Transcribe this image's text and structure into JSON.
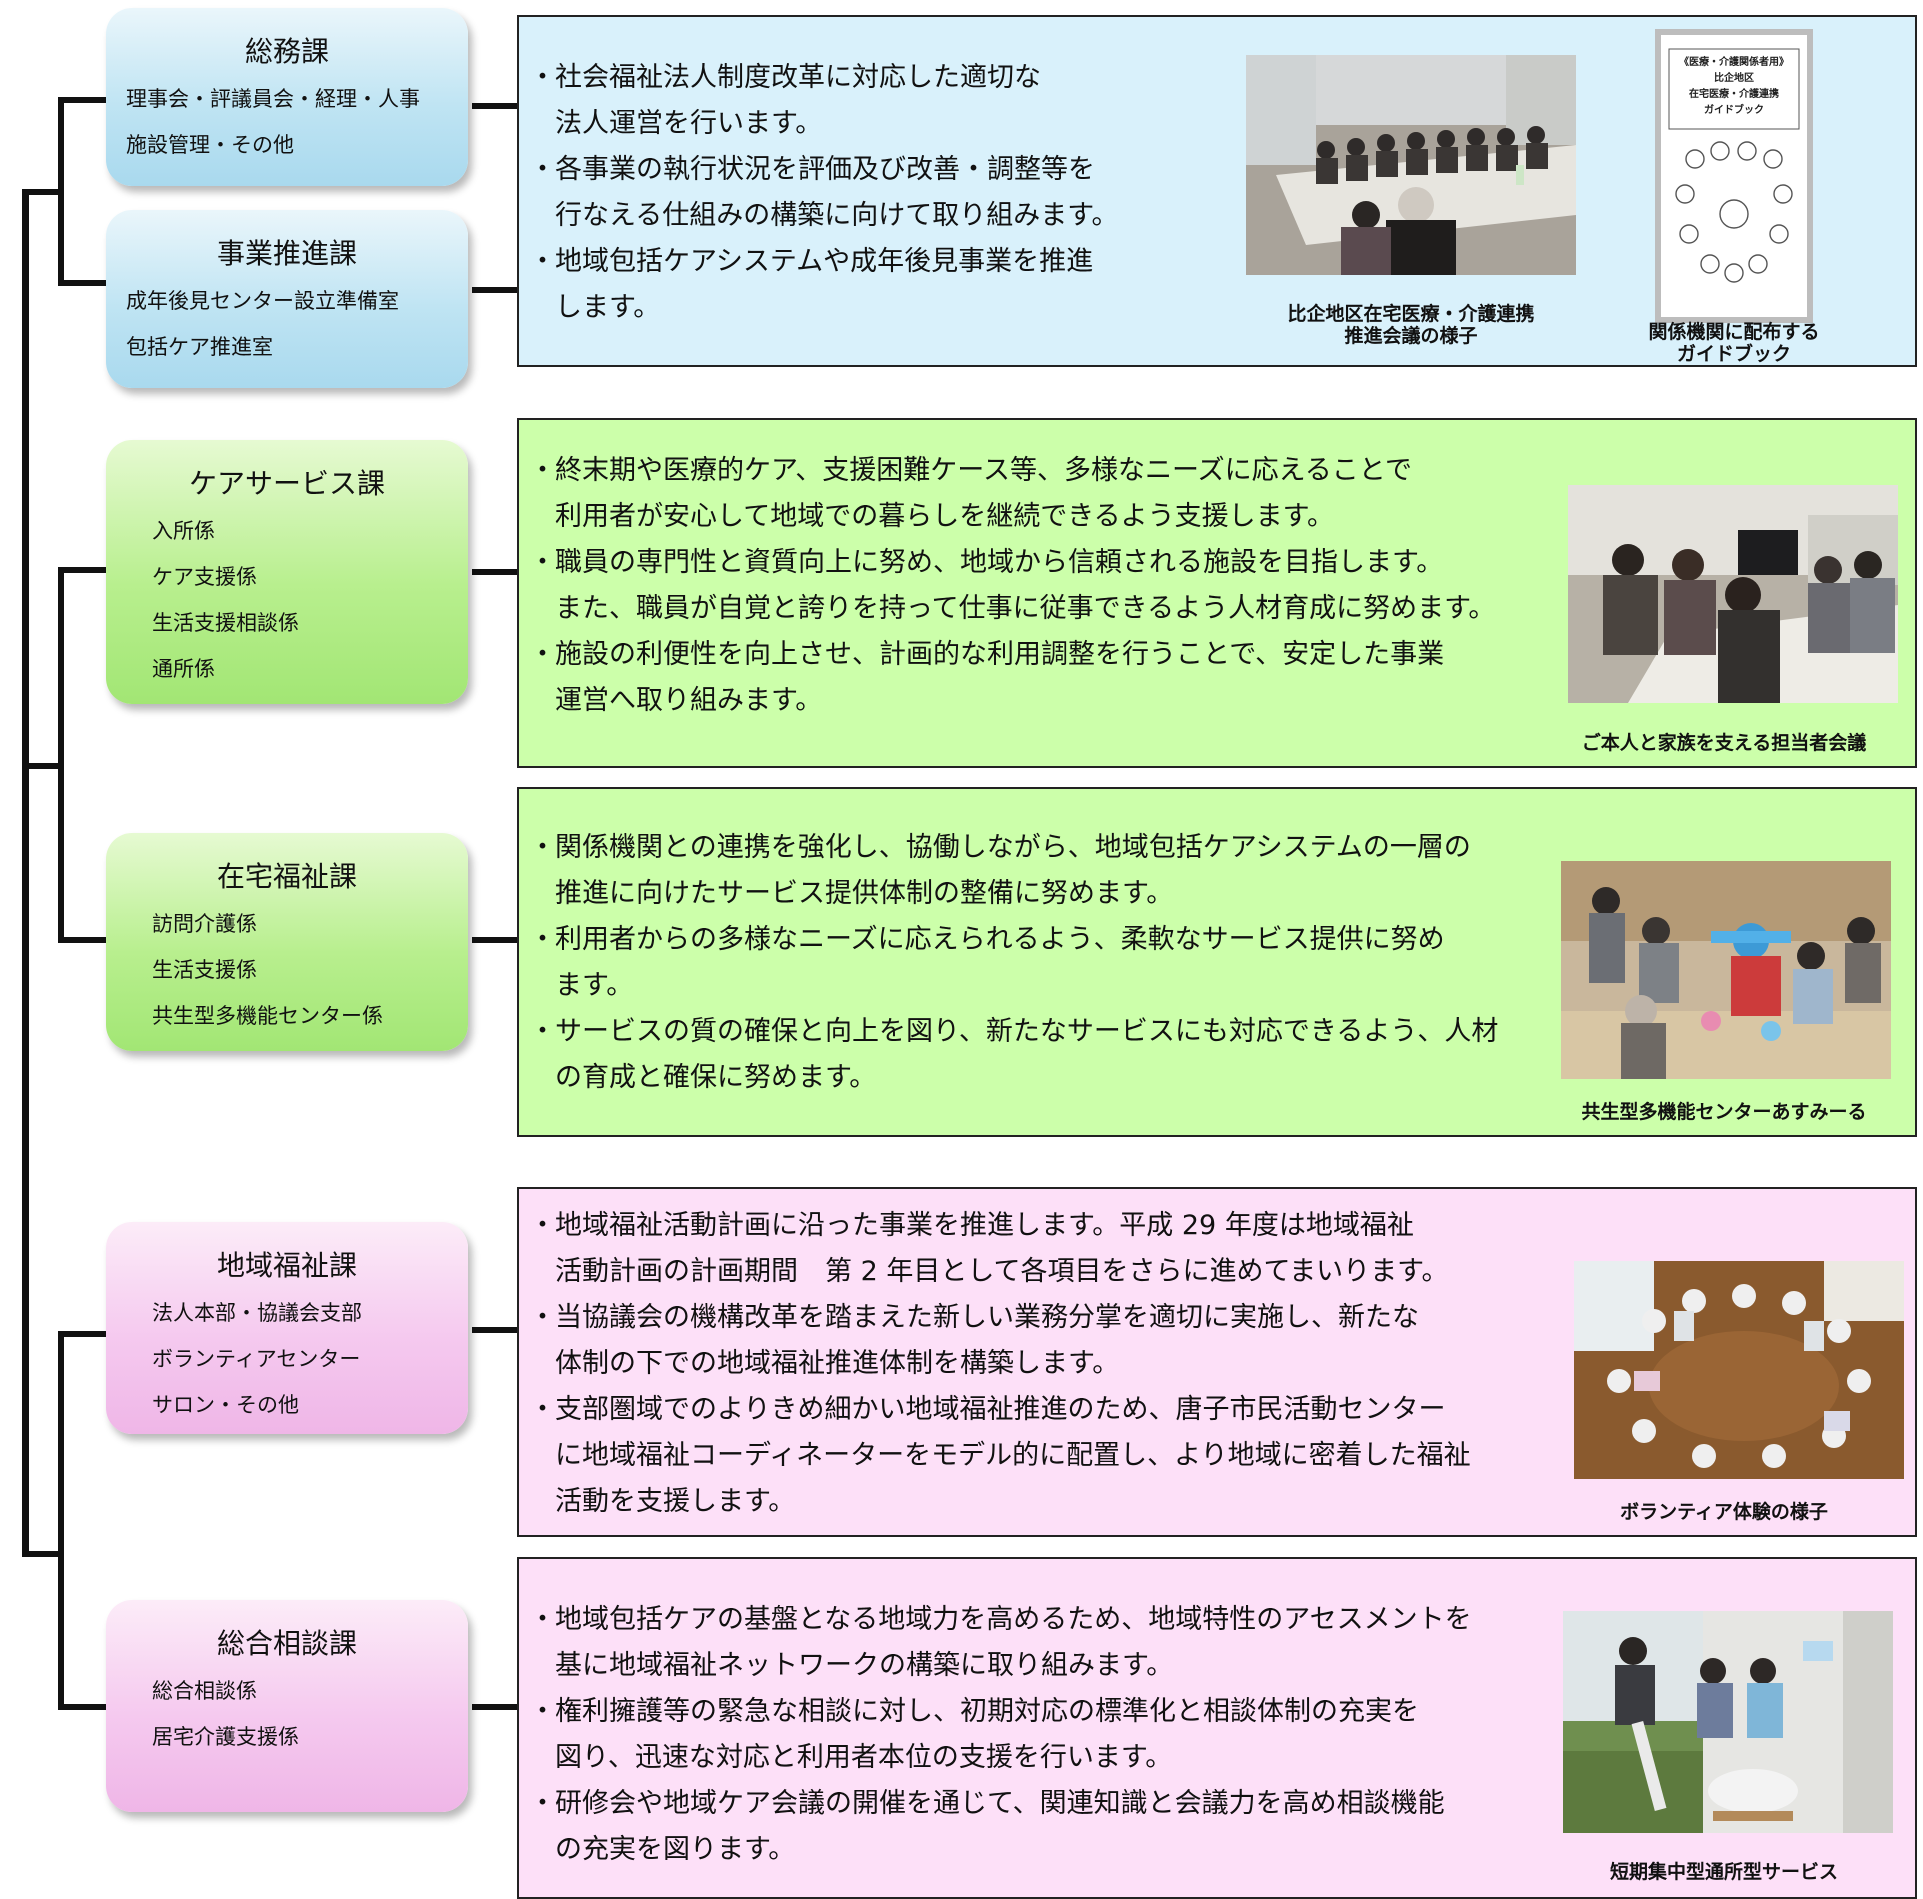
{
  "departments": [
    {
      "title": "総務課",
      "items": [
        "理事会・評議員会・経理・人事",
        "施設管理・その他"
      ]
    },
    {
      "title": "事業推進課",
      "items": [
        "成年後見センター設立準備室",
        "包括ケア推進室"
      ]
    },
    {
      "title": "ケアサービス課",
      "items": [
        "入所係",
        "ケア支援係",
        "生活支援相談係",
        "通所係"
      ]
    },
    {
      "title": "在宅福祉課",
      "items": [
        "訪問介護係",
        "生活支援係",
        "共生型多機能センター係"
      ]
    },
    {
      "title": "地域福祉課",
      "items": [
        "法人本部・協議会支部",
        "ボランティアセンター",
        "サロン・その他"
      ]
    },
    {
      "title": "総合相談課",
      "items": [
        "総合相談係",
        "居宅介護支援係"
      ]
    }
  ],
  "panels": [
    {
      "bullets": [
        "社会福祉法人制度改革に対応した適切な\n法人運営を行います。",
        "各事業の執行状況を評価及び改善・調整等を\n行なえる仕組みの構築に向けて取り組みます。",
        "地域包括ケアシステムや成年後見事業を推進\nします。"
      ],
      "captions": [
        "比企地区在宅医療・介護連携\n推進会議の様子",
        "関係機関に配布する\nガイドブック"
      ],
      "guidebook_text": [
        "《医療・介護関係者用》",
        "比企地区",
        "在宅医療・介護連携",
        "ガイドブック"
      ]
    },
    {
      "bullets": [
        "終末期や医療的ケア、支援困難ケース等、多様なニーズに応えることで\n利用者が安心して地域での暮らしを継続できるよう支援します。",
        "職員の専門性と資質向上に努め、地域から信頼される施設を目指します。\nまた、職員が自覚と誇りを持って仕事に従事できるよう人材育成に努めます。",
        "施設の利便性を向上させ、計画的な利用調整を行うことで、安定した事業\n運営へ取り組みます。"
      ],
      "captions": [
        "ご本人と家族を支える担当者会議"
      ]
    },
    {
      "bullets": [
        "関係機関との連携を強化し、協働しながら、地域包括ケアシステムの一層の\n推進に向けたサービス提供体制の整備に努めます。",
        "利用者からの多様なニーズに応えられるよう、柔軟なサービス提供に努め\nます。",
        "サービスの質の確保と向上を図り、新たなサービスにも対応できるよう、人材\nの育成と確保に努めます。"
      ],
      "captions": [
        "共生型多機能センターあすみーる"
      ]
    },
    {
      "bullets": [
        "地域福祉活動計画に沿った事業を推進します。平成 29 年度は地域福祉\n活動計画の計画期間　第 2 年目として各項目をさらに進めてまいります。",
        "当協議会の機構改革を踏まえた新しい業務分掌を適切に実施し、新たな\n体制の下での地域福祉推進体制を構築します。",
        "支部圏域でのよりきめ細かい地域福祉推進のため、唐子市民活動センター\nに地域福祉コーディネーターをモデル的に配置し、より地域に密着した福祉\n活動を支援します。"
      ],
      "captions": [
        "ボランティア体験の様子"
      ]
    },
    {
      "bullets": [
        "地域包括ケアの基盤となる地域力を高めるため、地域特性のアセスメントを\n基に地域福祉ネットワークの構築に取り組みます。",
        "権利擁護等の緊急な相談に対し、初期対応の標準化と相談体制の充実を\n図り、迅速な対応と利用者本位の支援を行います。",
        "研修会や地域ケア会議の開催を通じて、関連知識と会議力を高め相談機能\nの充実を図ります。"
      ],
      "captions": [
        "短期集中型通所型サービス"
      ]
    }
  ],
  "colors": {
    "blue_panel": "#d9f1fb",
    "green_panel": "#ccffaa",
    "pink_panel": "#fde0f8",
    "line": "#111111"
  }
}
